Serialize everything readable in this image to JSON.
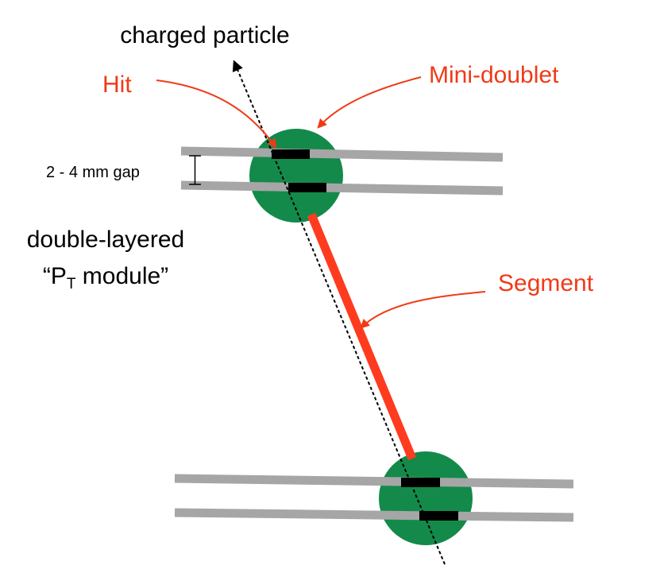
{
  "labels": {
    "charged_particle": "charged particle",
    "hit": "Hit",
    "mini_doublet": "Mini-doublet",
    "gap": "2 - 4 mm gap",
    "module_line1": "double-layered",
    "module_line2_prefix": "“P",
    "module_line2_sub": "T",
    "module_line2_suffix": " module”",
    "segment": "Segment"
  },
  "colors": {
    "annotation_red": "#f03a17",
    "segment_red": "#ff3b1f",
    "module_green": "#138a4a",
    "layer_gray": "#a6a6a6",
    "hit_black": "#000000"
  }
}
